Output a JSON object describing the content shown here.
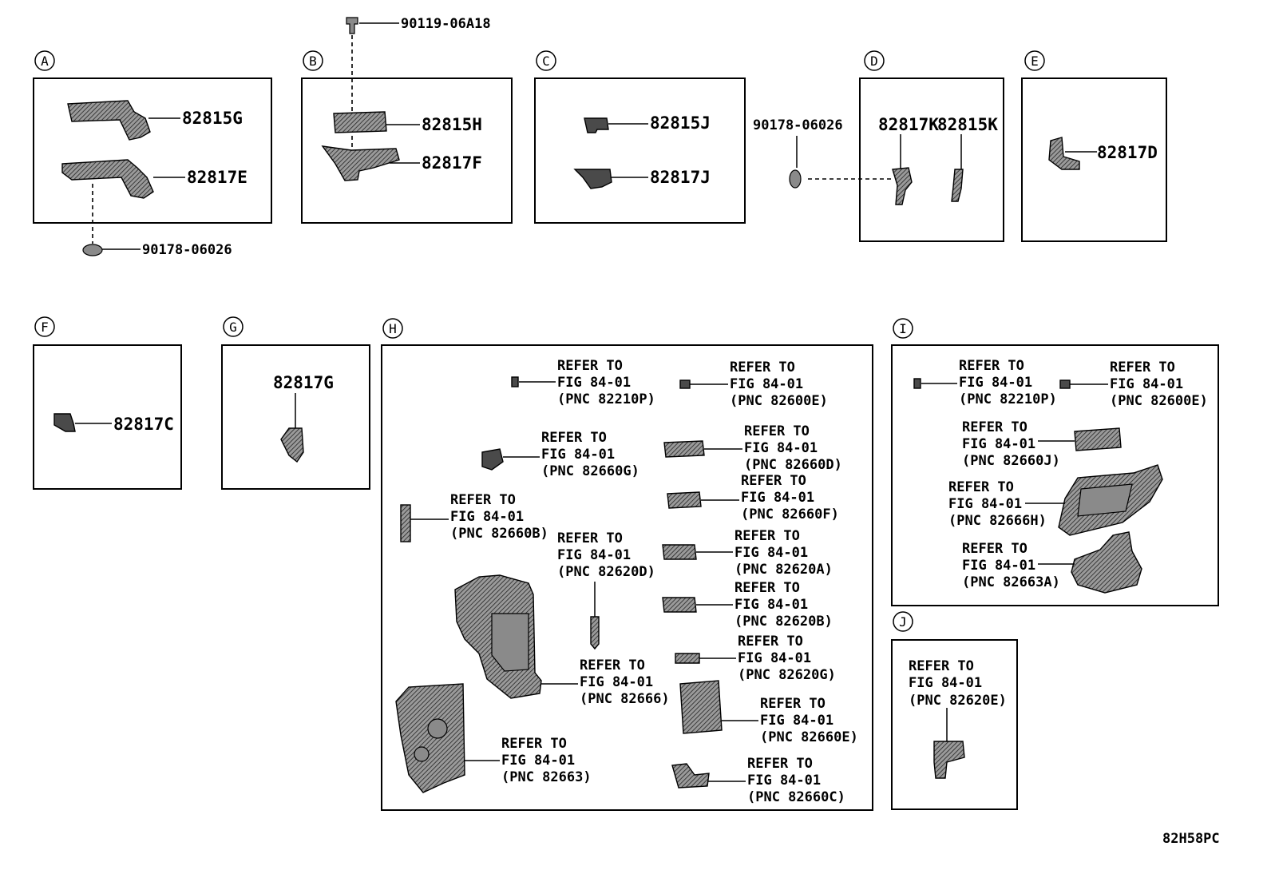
{
  "sections": [
    {
      "letter": "A",
      "parts": [
        "82815G",
        "82817E"
      ],
      "fastener": "90178-06026"
    },
    {
      "letter": "B",
      "parts": [
        "82815H",
        "82817F"
      ],
      "fastener": "90119-06A18"
    },
    {
      "letter": "C",
      "parts": [
        "82815J",
        "82817J"
      ]
    },
    {
      "letter": "D",
      "parts": [
        "82817K",
        "82815K"
      ],
      "fastener": "90178-06026"
    },
    {
      "letter": "E",
      "parts": [
        "82817D"
      ]
    },
    {
      "letter": "F",
      "parts": [
        "82817C"
      ]
    },
    {
      "letter": "G",
      "parts": [
        "82817G"
      ]
    },
    {
      "letter": "H",
      "refs": [
        {
          "l1": "REFER TO",
          "l2": "FIG 84-01",
          "l3": "(PNC 82210P)"
        },
        {
          "l1": "REFER TO",
          "l2": "FIG 84-01",
          "l3": "(PNC 82600E)"
        },
        {
          "l1": "REFER TO",
          "l2": "FIG 84-01",
          "l3": "(PNC 82660G)"
        },
        {
          "l1": "REFER TO",
          "l2": "FIG 84-01",
          "l3": "(PNC 82660D)"
        },
        {
          "l1": "REFER TO",
          "l2": "FIG 84-01",
          "l3": "(PNC 82660B)"
        },
        {
          "l1": "REFER TO",
          "l2": "FIG 84-01",
          "l3": "(PNC 82660F)"
        },
        {
          "l1": "REFER TO",
          "l2": "FIG 84-01",
          "l3": "(PNC 82620D)"
        },
        {
          "l1": "REFER TO",
          "l2": "FIG 84-01",
          "l3": "(PNC 82620A)"
        },
        {
          "l1": "REFER TO",
          "l2": "FIG 84-01",
          "l3": "(PNC 82620B)"
        },
        {
          "l1": "REFER TO",
          "l2": "FIG 84-01",
          "l3": "(PNC 82620G)"
        },
        {
          "l1": "REFER TO",
          "l2": "FIG 84-01",
          "l3": "(PNC 82666)"
        },
        {
          "l1": "REFER TO",
          "l2": "FIG 84-01",
          "l3": "(PNC 82660E)"
        },
        {
          "l1": "REFER TO",
          "l2": "FIG 84-01",
          "l3": "(PNC 82663)"
        },
        {
          "l1": "REFER TO",
          "l2": "FIG 84-01",
          "l3": "(PNC 82660C)"
        }
      ]
    },
    {
      "letter": "I",
      "refs": [
        {
          "l1": "REFER TO",
          "l2": "FIG 84-01",
          "l3": "(PNC 82210P)"
        },
        {
          "l1": "REFER TO",
          "l2": "FIG 84-01",
          "l3": "(PNC 82600E)"
        },
        {
          "l1": "REFER TO",
          "l2": "FIG 84-01",
          "l3": "(PNC 82660J)"
        },
        {
          "l1": "REFER TO",
          "l2": "FIG 84-01",
          "l3": "(PNC 82666H)"
        },
        {
          "l1": "REFER TO",
          "l2": "FIG 84-01",
          "l3": "(PNC 82663A)"
        }
      ]
    },
    {
      "letter": "J",
      "refs": [
        {
          "l1": "REFER TO",
          "l2": "FIG 84-01",
          "l3": "(PNC 82620E)"
        }
      ]
    }
  ],
  "figure_code": "82H58PC"
}
